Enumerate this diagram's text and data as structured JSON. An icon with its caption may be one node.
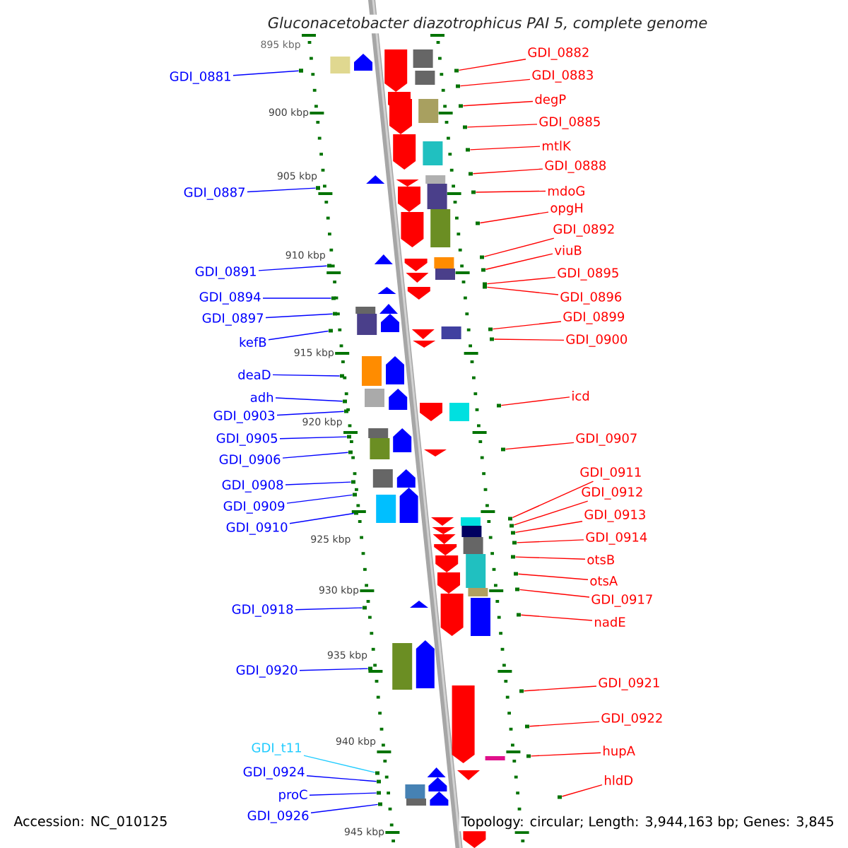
{
  "diagram": {
    "title": "Gluconacetobacter diazotrophicus PAI 5, complete genome",
    "nodes": [
      {
        "text": [
          "GDI_0881"
        ]
      },
      {
        "text": [
          "GDI_0887"
        ]
      },
      {
        "text": [
          "GDI_0891"
        ]
      },
      {
        "text": [
          "GDI_0894"
        ]
      },
      {
        "text": [
          "GDI_0897"
        ]
      },
      {
        "text": [
          "kefB"
        ]
      },
      {
        "text": [
          "deaD"
        ]
      },
      {
        "text": [
          "adh"
        ]
      },
      {
        "text": [
          "GDI_0903"
        ]
      },
      {
        "text": [
          "GDI_0905"
        ]
      },
      {
        "text": [
          "GDI_0906"
        ]
      },
      {
        "text": [
          "GDI_0908"
        ]
      },
      {
        "text": [
          "GDI_0909"
        ]
      },
      {
        "text": [
          "GDI_0910"
        ]
      },
      {
        "text": [
          "GDI_0918"
        ]
      },
      {
        "text": [
          "GDI_0920"
        ]
      },
      {
        "text": [
          "GDI_t11"
        ]
      },
      {
        "text": [
          "GDI_0924"
        ]
      },
      {
        "text": [
          "proC"
        ]
      },
      {
        "text": [
          "GDI_0926"
        ]
      },
      {
        "text": [
          "GDI_0882"
        ]
      },
      {
        "text": [
          "GDI_0883"
        ]
      },
      {
        "text": [
          "degP"
        ]
      },
      {
        "text": [
          "GDI_0885"
        ]
      },
      {
        "text": [
          "mtlK"
        ]
      },
      {
        "text": [
          "GDI_0888"
        ]
      },
      {
        "text": [
          "mdoG"
        ]
      },
      {
        "text": [
          "opgH"
        ]
      },
      {
        "text": [
          "GDI_0892"
        ]
      },
      {
        "text": [
          "viuB"
        ]
      },
      {
        "text": [
          "GDI_0895"
        ]
      },
      {
        "text": [
          "GDI_0896"
        ]
      },
      {
        "text": [
          "GDI_0899"
        ]
      },
      {
        "text": [
          "GDI_0900"
        ]
      },
      {
        "text": [
          "icd"
        ]
      },
      {
        "text": [
          "GDI_0907"
        ]
      },
      {
        "text": [
          "GDI_0911"
        ]
      },
      {
        "text": [
          "GDI_0912"
        ]
      },
      {
        "text": [
          "GDI_0913"
        ]
      },
      {
        "text": [
          "GDI_0914"
        ]
      },
      {
        "text": [
          "otsB"
        ]
      },
      {
        "text": [
          "otsA"
        ]
      },
      {
        "text": [
          "GDI_0917"
        ]
      },
      {
        "text": [
          "nadE"
        ]
      },
      {
        "text": [
          "GDI_0921"
        ]
      },
      {
        "text": [
          "GDI_0922"
        ]
      },
      {
        "text": [
          "hupA"
        ]
      },
      {
        "text": [
          "hldD"
        ]
      },
      {
        "text": [],
        "shape": "box"
      },
      {
        "text": [],
        "shape": "box"
      },
      {
        "text": [],
        "shape": "box"
      },
      {
        "text": [],
        "shape": "box"
      },
      {
        "text": [],
        "shape": "box"
      },
      {
        "text": [],
        "shape": "box"
      },
      {
        "text": [],
        "shape": "box"
      },
      {
        "text": [],
        "shape": "box"
      },
      {
        "text": [],
        "shape": "box"
      },
      {
        "text": [],
        "shape": "box"
      },
      {
        "text": [],
        "shape": "box"
      },
      {
        "text": [],
        "shape": "box"
      },
      {
        "text": [],
        "shape": "box"
      },
      {
        "text": [],
        "shape": "box"
      },
      {
        "text": [],
        "shape": "box"
      },
      {
        "text": [],
        "shape": "box"
      },
      {
        "text": [],
        "shape": "box"
      },
      {
        "text": [],
        "shape": "box"
      },
      {
        "text": [],
        "shape": "box"
      },
      {
        "text": [],
        "shape": "box"
      },
      {
        "text": [],
        "shape": "box"
      },
      {
        "text": [],
        "shape": "box"
      },
      {
        "text": [],
        "shape": "box"
      },
      {
        "text": [],
        "shape": "box"
      },
      {
        "text": [],
        "shape": "box"
      },
      {
        "text": [],
        "shape": "box"
      },
      {
        "text": [],
        "shape": "box"
      },
      {
        "text": [],
        "shape": "box"
      },
      {
        "text": [],
        "shape": "box"
      },
      {
        "text": [],
        "shape": "box"
      },
      {
        "text": [],
        "shape": "box"
      },
      {
        "text": [],
        "shape": "box"
      },
      {
        "text": [],
        "shape": "box"
      },
      {
        "text": [],
        "shape": "box"
      },
      {
        "text": [],
        "shape": "box"
      },
      {
        "text": [],
        "shape": "box"
      },
      {
        "text": [],
        "shape": "box"
      },
      {
        "text": [],
        "shape": "box"
      },
      {
        "text": [],
        "shape": "box"
      },
      {
        "text": [],
        "shape": "box"
      },
      {
        "text": [],
        "shape": "box"
      },
      {
        "text": [],
        "shape": "box"
      },
      {
        "text": [],
        "shape": "box"
      },
      {
        "text": [],
        "shape": "box"
      },
      {
        "text": [],
        "shape": "box"
      },
      {
        "text": [],
        "shape": "box"
      },
      {
        "text": [],
        "shape": "box"
      },
      {
        "text": [],
        "shape": "box"
      },
      {
        "text": [],
        "shape": "box"
      },
      {
        "text": [],
        "shape": "box"
      }
    ],
    "edges": [
      {
        "from": 0,
        "to": 48,
        "arrow": "none",
        "color": "#0000ff"
      },
      {
        "from": 1,
        "to": 49,
        "arrow": "none",
        "color": "#0000ff"
      },
      {
        "from": 2,
        "to": 50,
        "arrow": "none",
        "color": "#0000ff"
      },
      {
        "from": 3,
        "to": 51,
        "arrow": "none",
        "color": "#0000ff"
      },
      {
        "from": 4,
        "to": 52,
        "arrow": "none",
        "color": "#0000ff"
      },
      {
        "from": 5,
        "to": 53,
        "arrow": "none",
        "color": "#0000ff"
      },
      {
        "from": 6,
        "to": 54,
        "arrow": "none",
        "color": "#0000ff"
      },
      {
        "from": 7,
        "to": 55,
        "arrow": "none",
        "color": "#0000ff"
      },
      {
        "from": 8,
        "to": 56,
        "arrow": "none",
        "color": "#0000ff"
      },
      {
        "from": 9,
        "to": 57,
        "arrow": "none",
        "color": "#0000ff"
      },
      {
        "from": 10,
        "to": 58,
        "arrow": "none",
        "color": "#0000ff"
      },
      {
        "from": 11,
        "to": 59,
        "arrow": "none",
        "color": "#0000ff"
      },
      {
        "from": 12,
        "to": 60,
        "arrow": "none",
        "color": "#0000ff"
      },
      {
        "from": 13,
        "to": 61,
        "arrow": "none",
        "color": "#0000ff"
      },
      {
        "from": 14,
        "to": 62,
        "arrow": "none",
        "color": "#0000ff"
      },
      {
        "from": 15,
        "to": 63,
        "arrow": "none",
        "color": "#0000ff"
      },
      {
        "from": 16,
        "to": 64,
        "arrow": "none",
        "color": "#22ccff"
      },
      {
        "from": 17,
        "to": 65,
        "arrow": "none",
        "color": "#0000ff"
      },
      {
        "from": 18,
        "to": 66,
        "arrow": "none",
        "color": "#0000ff"
      },
      {
        "from": 19,
        "to": 67,
        "arrow": "none",
        "color": "#0000ff"
      },
      {
        "from": 20,
        "to": 68,
        "arrow": "none"
      },
      {
        "from": 21,
        "to": 69,
        "arrow": "none"
      },
      {
        "from": 22,
        "to": 70,
        "arrow": "none"
      },
      {
        "from": 23,
        "to": 71,
        "arrow": "none"
      },
      {
        "from": 24,
        "to": 72,
        "arrow": "none"
      },
      {
        "from": 25,
        "to": 73,
        "arrow": "none"
      },
      {
        "from": 26,
        "to": 74,
        "arrow": "none"
      },
      {
        "from": 27,
        "to": 75,
        "arrow": "none"
      },
      {
        "from": 28,
        "to": 76,
        "arrow": "none"
      },
      {
        "from": 29,
        "to": 77,
        "arrow": "none"
      },
      {
        "from": 30,
        "to": 78,
        "arrow": "none"
      },
      {
        "from": 31,
        "to": 79,
        "arrow": "none"
      },
      {
        "from": 32,
        "to": 80,
        "arrow": "none"
      },
      {
        "from": 33,
        "to": 81,
        "arrow": "none"
      },
      {
        "from": 34,
        "to": 82,
        "arrow": "none"
      },
      {
        "from": 35,
        "to": 83,
        "arrow": "none"
      },
      {
        "from": 36,
        "to": 84,
        "arrow": "none"
      },
      {
        "from": 37,
        "to": 85,
        "arrow": "none"
      },
      {
        "from": 38,
        "to": 86,
        "arrow": "none"
      },
      {
        "from": 39,
        "to": 87,
        "arrow": "none"
      },
      {
        "from": 40,
        "to": 88,
        "arrow": "none"
      },
      {
        "from": 41,
        "to": 89,
        "arrow": "none"
      },
      {
        "from": 42,
        "to": 90,
        "arrow": "none"
      },
      {
        "from": 43,
        "to": 91,
        "arrow": "none"
      },
      {
        "from": 44,
        "to": 92,
        "arrow": "none"
      },
      {
        "from": 45,
        "to": 93,
        "arrow": "none"
      },
      {
        "from": 46,
        "to": 94,
        "arrow": "none"
      },
      {
        "from": 47,
        "to": 95,
        "arrow": "none"
      }
    ],
    "labels": [
      "895 kbp",
      "900 kbp",
      "905 kbp",
      "910 kbp",
      "915 kbp",
      "920 kbp",
      "925 kbp",
      "930 kbp",
      "935 kbp",
      "940 kbp",
      "945 kbp",
      "Accession: NC_010125",
      "Topology: circular; Length: 3,944,163 bp; Genes: 3,845"
    ]
  }
}
